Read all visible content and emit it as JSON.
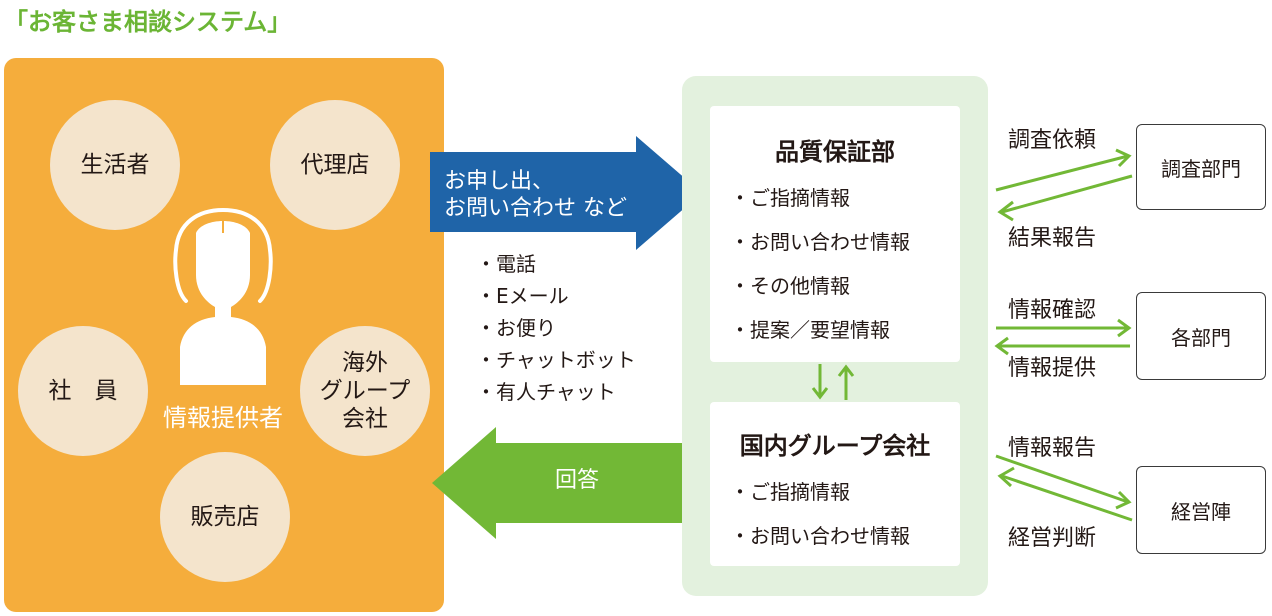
{
  "title": "「お客さま相談システム」",
  "provider": {
    "label": "情報提供者",
    "circles": {
      "seikatsusha": "生活者",
      "dairiten": "代理店",
      "shain": "社　員",
      "kaigai": "海外\nグループ\n会社",
      "hanbaiten": "販売店"
    }
  },
  "inquiry_arrow": {
    "line1": "お申し出、",
    "line2": "お問い合わせ など"
  },
  "channels": [
    "・電話",
    "・Eメール",
    "・お便り",
    "・チャットボット",
    "・有人チャット"
  ],
  "answer_arrow": {
    "label": "回答"
  },
  "qa_dept": {
    "title": "品質保証部",
    "items": [
      "・ご指摘情報",
      "・お問い合わせ情報",
      "・その他情報",
      "・提案／要望情報"
    ]
  },
  "group_company": {
    "title": "国内グループ会社",
    "items": [
      "・ご指摘情報",
      "・お問い合わせ情報"
    ]
  },
  "departments": {
    "investigation": {
      "name": "調査部門",
      "out_label": "調査依頼",
      "in_label": "結果報告"
    },
    "each_dept": {
      "name": "各部門",
      "out_label": "情報確認",
      "in_label": "情報提供"
    },
    "management": {
      "name": "経営陣",
      "out_label": "情報報告",
      "in_label": "経営判断"
    }
  },
  "colors": {
    "title_green": "#6bb535",
    "orange_panel": "#f5ad3c",
    "circle_fill": "#f4e4cc",
    "blue_arrow": "#1f64a8",
    "green_arrow": "#72b836",
    "qa_panel": "#e3f1de",
    "link_green": "#72b836"
  }
}
